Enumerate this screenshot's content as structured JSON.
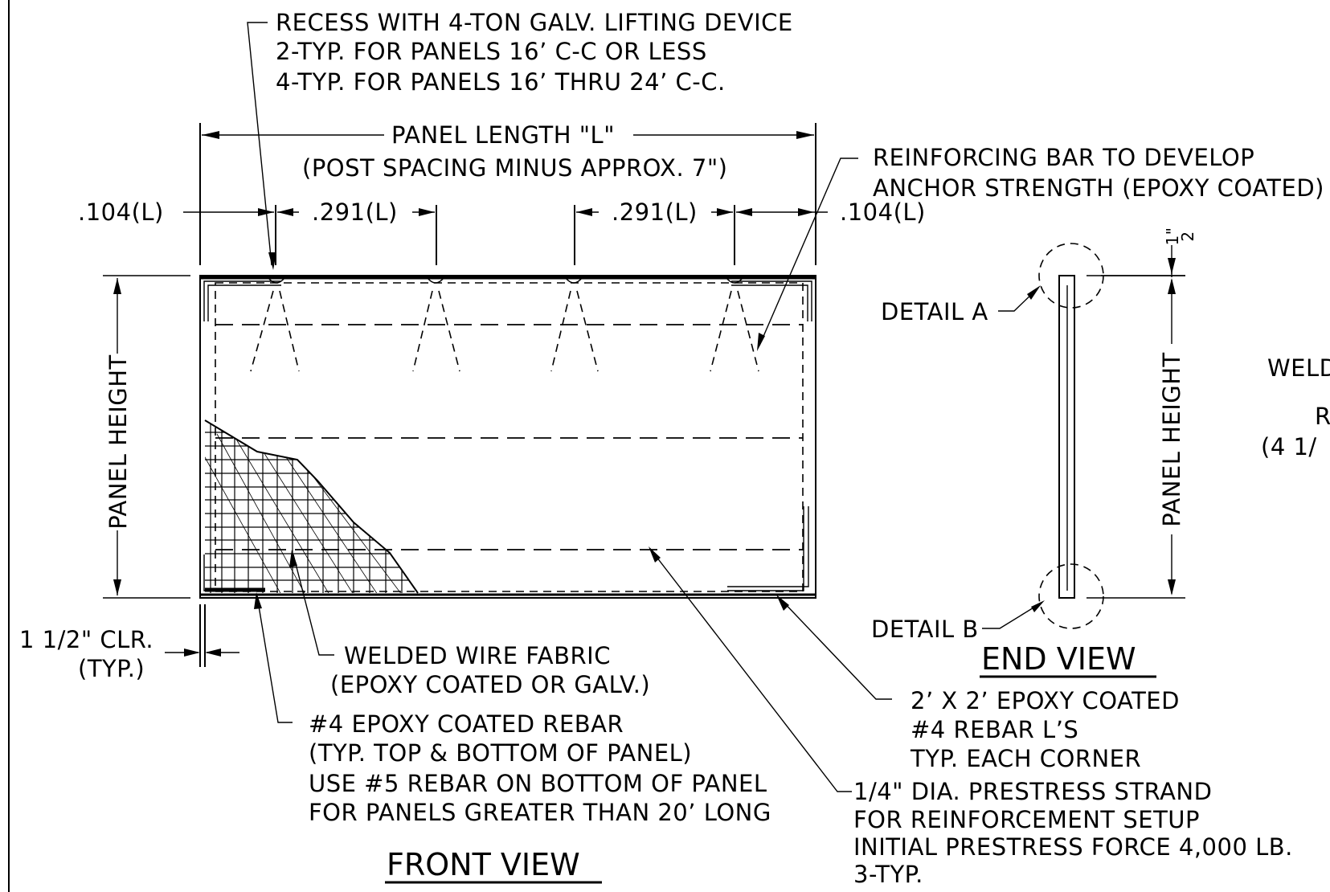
{
  "notes": {
    "recess": [
      "RECESS WITH 4-TON GALV. LIFTING DEVICE",
      "2-TYP. FOR PANELS 16’ C-C OR LESS",
      "4-TYP. FOR PANELS 16’ THRU 24’ C-C."
    ],
    "panel_length": [
      "PANEL LENGTH \"L\"",
      "(POST SPACING MINUS APPROX. 7\")"
    ],
    "reinforcing": [
      "REINFORCING BAR TO DEVELOP",
      "ANCHOR STRENGTH (EPOXY COATED)"
    ],
    "dim_104_left": ".104(L)",
    "dim_291_left": ".291(L)",
    "dim_291_right": ".291(L)",
    "dim_104_right": ".104(L)",
    "panel_height": "PANEL HEIGHT",
    "panel_height_end": "PANEL HEIGHT",
    "clearance": [
      "1 1/2\" CLR.",
      "(TYP.)"
    ],
    "welded_wire": [
      "WELDED WIRE FABRIC",
      "(EPOXY COATED OR GALV.)"
    ],
    "rebar4": [
      "#4 EPOXY COATED REBAR",
      "(TYP. TOP & BOTTOM OF PANEL)",
      "USE #5 REBAR ON BOTTOM OF PANEL",
      "FOR PANELS GREATER THAN 20’ LONG"
    ],
    "detail_a": "DETAIL A",
    "detail_b": "DETAIL B",
    "half_inch": "1\"",
    "half_den": "2",
    "corner_rebar": [
      "2’ X 2’ EPOXY COATED",
      "#4 REBAR L’S",
      "TYP. EACH CORNER"
    ],
    "strand": [
      "1/4\" DIA. PRESTRESS STRAND",
      "FOR REINFORCEMENT SETUP",
      "INITIAL PRESTRESS FORCE 4,000 LB.",
      "3-TYP."
    ],
    "right_cut": [
      "WELD",
      "R",
      "(4 1/"
    ]
  },
  "titles": {
    "front_view": "FRONT VIEW",
    "end_view": "END VIEW"
  }
}
